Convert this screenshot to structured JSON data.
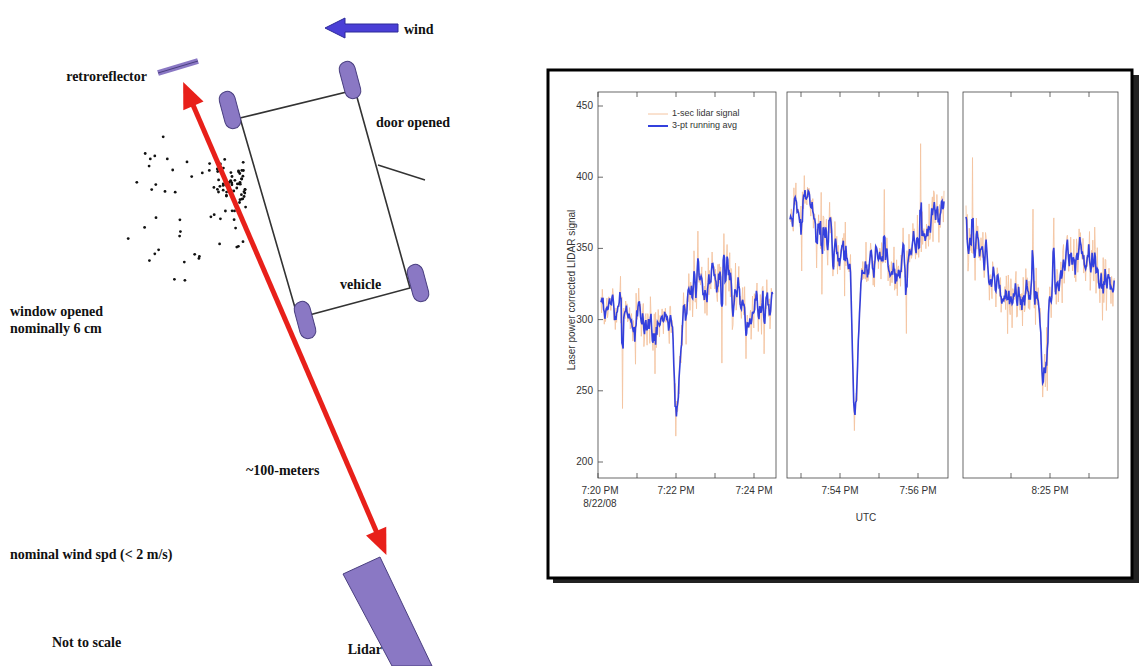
{
  "diagram": {
    "nodes": [
      {
        "text": [
          "retroreflector"
        ]
      },
      {
        "text": [
          "vehicle"
        ]
      },
      {
        "text": [
          "Lidar"
        ]
      }
    ],
    "edges": [
      {
        "from": 2,
        "to": 0,
        "arrow": "both"
      }
    ],
    "labels": [
      "wind",
      "door opened",
      "window opened nominally 6 cm",
      "~100-meters",
      "nominal wind spd (< 2 m/s)",
      "Not to scale",
      "Laser power corrected LIDAR signal",
      "450",
      "400",
      "350",
      "300",
      "250",
      "200",
      "7:20 PM",
      "8/22/08",
      "7:22 PM",
      "7:24 PM",
      "7:54 PM",
      "7:56 PM",
      "8:25 PM",
      "UTC"
    ],
    "legend": [
      {
        "text": "1-sec lidar signal"
      },
      {
        "text": "3-pt running avg"
      }
    ]
  }
}
